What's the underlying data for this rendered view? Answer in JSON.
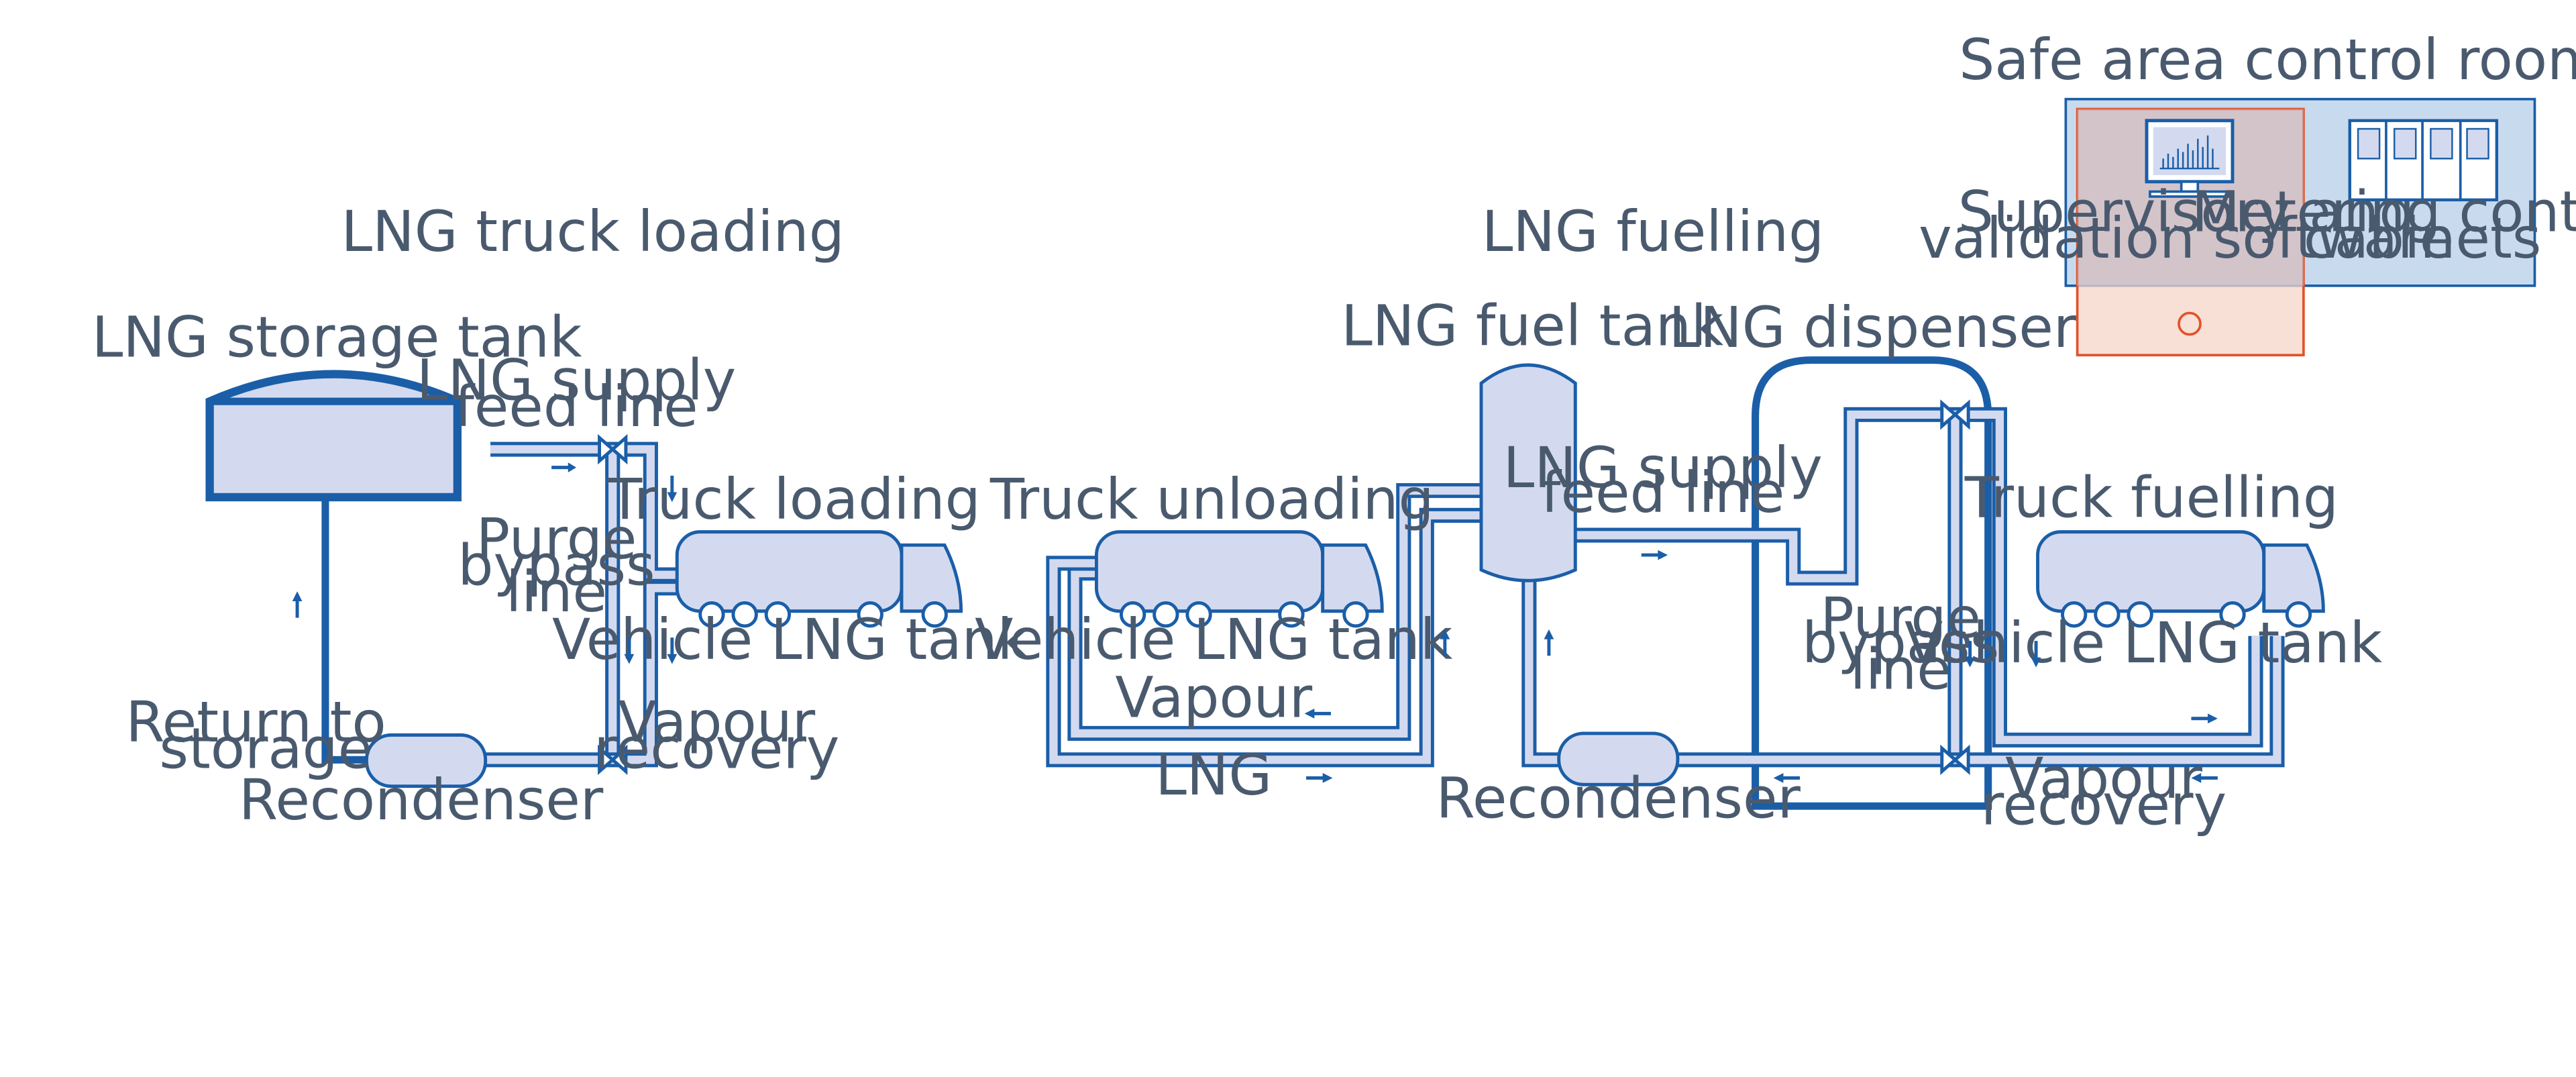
{
  "control_room": {
    "title": "Safe area control room",
    "software_label_1": "Supervisory and",
    "software_label_2": "validation software",
    "cabinets_label_1": "Metering control",
    "cabinets_label_2": "cabinets"
  },
  "truck_loading": {
    "section_title": "LNG truck loading",
    "storage_tank": "LNG storage tank",
    "supply_line_1": "LNG supply",
    "supply_line_2": "feed line",
    "truck_loading": "Truck loading",
    "purge_1": "Purge",
    "purge_2": "bypass",
    "purge_3": "line",
    "vehicle_tank": "Vehicle LNG tank",
    "return_1": "Return to",
    "return_2": "storage",
    "vapour_1": "Vapour",
    "vapour_2": "recovery",
    "recondenser": "Recondenser"
  },
  "fuelling": {
    "section_title": "LNG fuelling",
    "fuel_tank": "LNG fuel tank",
    "dispenser": "LNG dispenser",
    "truck_unloading": "Truck unloading",
    "vehicle_tank_left": "Vehicle LNG tank",
    "vapour": "Vapour",
    "lng": "LNG",
    "supply_1": "LNG supply",
    "supply_2": "feed line",
    "recondenser": "Recondenser",
    "purge_1": "Purge",
    "purge_2": "bypass",
    "purge_3": "line",
    "truck_fuelling": "Truck fuelling",
    "vehicle_tank_right": "Vehicle LNG tank",
    "vapour_1": "Vapour",
    "vapour_2": "recovery"
  },
  "colors": {
    "line_blue": "#1b5ea8",
    "fill_blue": "#d3daf0",
    "control_fill": "#c8dbee",
    "highlight_orange": "#e2522b",
    "highlight_fill": "#f6d6c8",
    "text_gray": "#4a5a6e"
  }
}
